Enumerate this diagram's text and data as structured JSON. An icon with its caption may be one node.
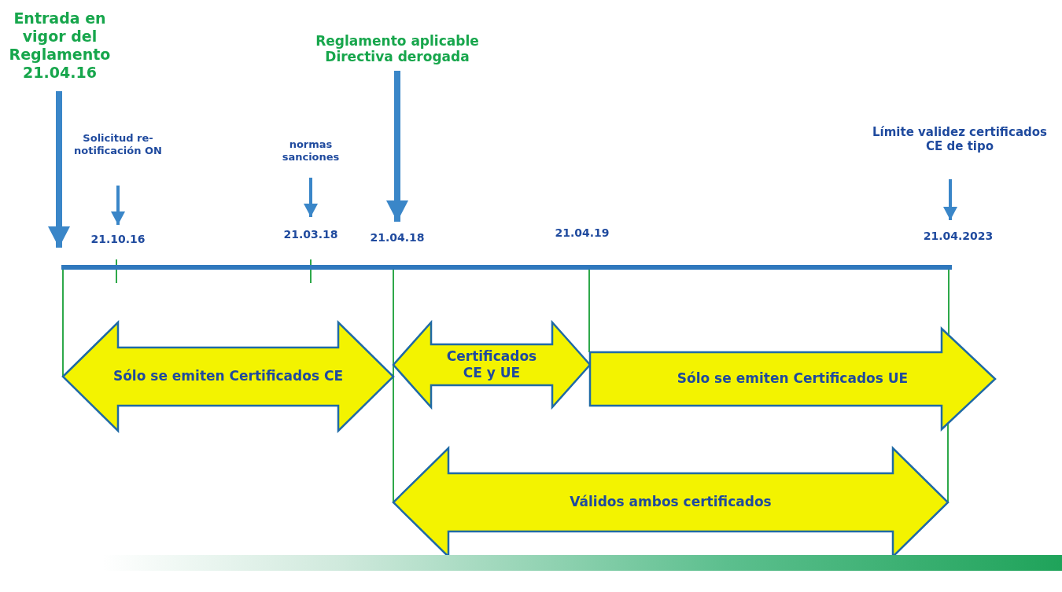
{
  "diagram": {
    "nodes": [
      {
        "text": [
          "Entrada en vigor del Reglamento 21.04.16"
        ]
      },
      {
        "text": [
          "Solicitud re-notificación ON"
        ]
      },
      {
        "text": [
          "normas sanciones"
        ]
      },
      {
        "text": [
          "Reglamento aplicable Directiva derogada"
        ]
      },
      {
        "text": [
          "Límite validez certificados CE de tipo"
        ]
      },
      {
        "text": [
          "21.10.16"
        ]
      },
      {
        "text": [
          "21.03.18"
        ]
      },
      {
        "text": [
          "21.04.18"
        ]
      },
      {
        "text": [
          "21.04.19"
        ]
      },
      {
        "text": [
          "21.04.2023"
        ]
      },
      {
        "text": [],
        "shape": "bar"
      },
      {
        "text": [
          "Sólo se emiten Certificados CE"
        ]
      },
      {
        "text": [
          "Certificados CE y UE"
        ]
      },
      {
        "text": [
          "Sólo se emiten Certificados UE"
        ]
      },
      {
        "text": [
          "Válidos ambos certificados"
        ]
      },
      {
        "text": [],
        "shape": "bar"
      }
    ],
    "edges": [
      {
        "from": 0,
        "to": 10,
        "arrow": "to",
        "style": "thick"
      },
      {
        "from": 1,
        "to": 5,
        "arrow": "to"
      },
      {
        "from": 2,
        "to": 6,
        "arrow": "to"
      },
      {
        "from": 3,
        "to": 7,
        "arrow": "to",
        "style": "thick"
      },
      {
        "from": 4,
        "to": 9,
        "arrow": "to"
      },
      {
        "from": 10,
        "to": 11,
        "arrow": "none",
        "color": "#2ea84a"
      },
      {
        "from": 10,
        "to": 14,
        "arrow": "none",
        "color": "#2ea84a"
      },
      {
        "from": 10,
        "to": 13,
        "arrow": "none",
        "color": "#2ea84a"
      },
      {
        "from": 10,
        "to": 13,
        "arrow": "none",
        "color": "#2ea84a"
      },
      {
        "from": 13,
        "to": 14,
        "arrow": "none",
        "color": "#2ea84a"
      }
    ]
  }
}
